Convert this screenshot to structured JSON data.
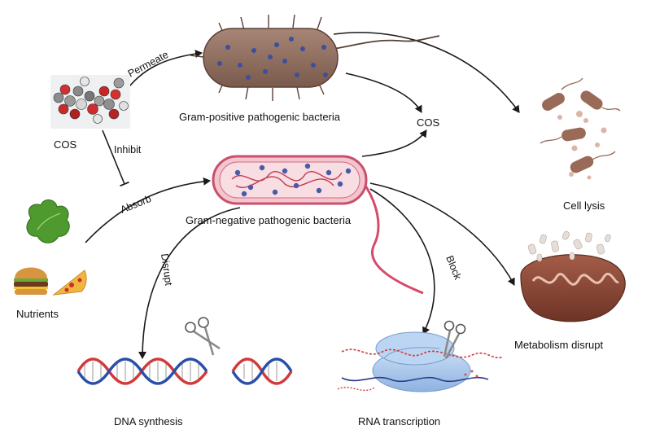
{
  "labels": {
    "cos": "COS",
    "cos_product": "COS",
    "gram_positive": "Gram-positive pathogenic bacteria",
    "gram_negative": "Gram-negative pathogenic bacteria",
    "nutrients": "Nutrients",
    "cell_lysis": "Cell lysis",
    "metabolism_disrupt": "Metabolism disrupt",
    "dna_synthesis": "DNA synthesis",
    "rna_transcription": "RNA transcription"
  },
  "arrows": {
    "permeate": "Permeate",
    "inhibit": "Inhibit",
    "absorb": "Absorb",
    "disrupt": "Disrupt",
    "block": "Block"
  },
  "colors": {
    "arrow": "#1a1a1a",
    "gram_positive_body": "#8a6a5c",
    "gram_negative_body": "#f2c8d0",
    "gram_negative_outline": "#c8506a",
    "dot_blue": "#4a5aa8",
    "dna_red": "#d23a3a",
    "dna_blue": "#2a4fa8",
    "ribosome": "#a9c9ef",
    "mito": "#8a4a3a",
    "lettuce": "#4e9a2e"
  },
  "icons": [
    "cos-molecule-icon",
    "lettuce-icon",
    "burger-icon",
    "pizza-icon",
    "scissors-icon",
    "bacteria-icon",
    "mitochondria-icon",
    "dna-helix-icon",
    "ribosome-icon"
  ]
}
